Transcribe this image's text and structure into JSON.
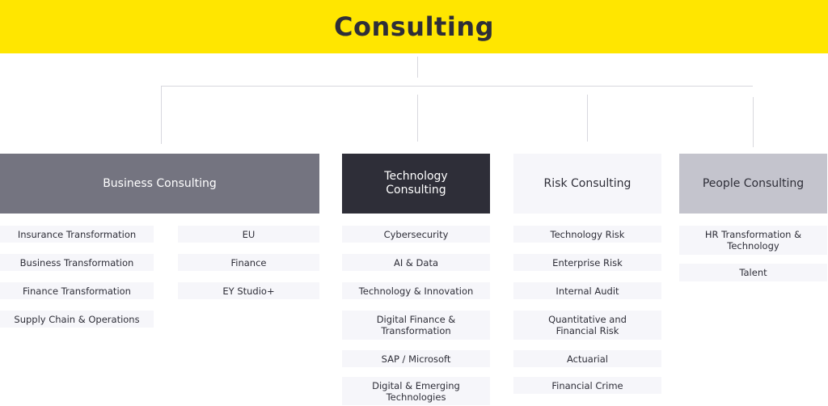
{
  "title": "Consulting",
  "colors": {
    "header": "#FFE600",
    "business": "#747480",
    "technology": "#2E2E38",
    "risk": "#F6F6FA",
    "people": "#C4C4CD"
  },
  "branches": {
    "business": {
      "label": "Business Consulting",
      "items": [
        "Insurance Transformation",
        "Business Transformation",
        "Finance Transformation",
        "Supply Chain & Operations",
        "EU",
        "Finance",
        "EY Studio+"
      ]
    },
    "technology": {
      "label": "Technology Consulting",
      "items": [
        "Cybersecurity",
        "AI & Data",
        "Technology & Innovation",
        "Digital Finance & Transformation",
        "SAP / Microsoft",
        "Digital & Emerging Technologies"
      ]
    },
    "risk": {
      "label": "Risk Consulting",
      "items": [
        "Technology Risk",
        "Enterprise Risk",
        "Internal Audit",
        "Quantitative and Financial Risk",
        "Actuarial",
        "Financial Crime"
      ]
    },
    "people": {
      "label": "People Consulting",
      "items": [
        "HR Transformation & Technology",
        "Talent"
      ]
    }
  }
}
